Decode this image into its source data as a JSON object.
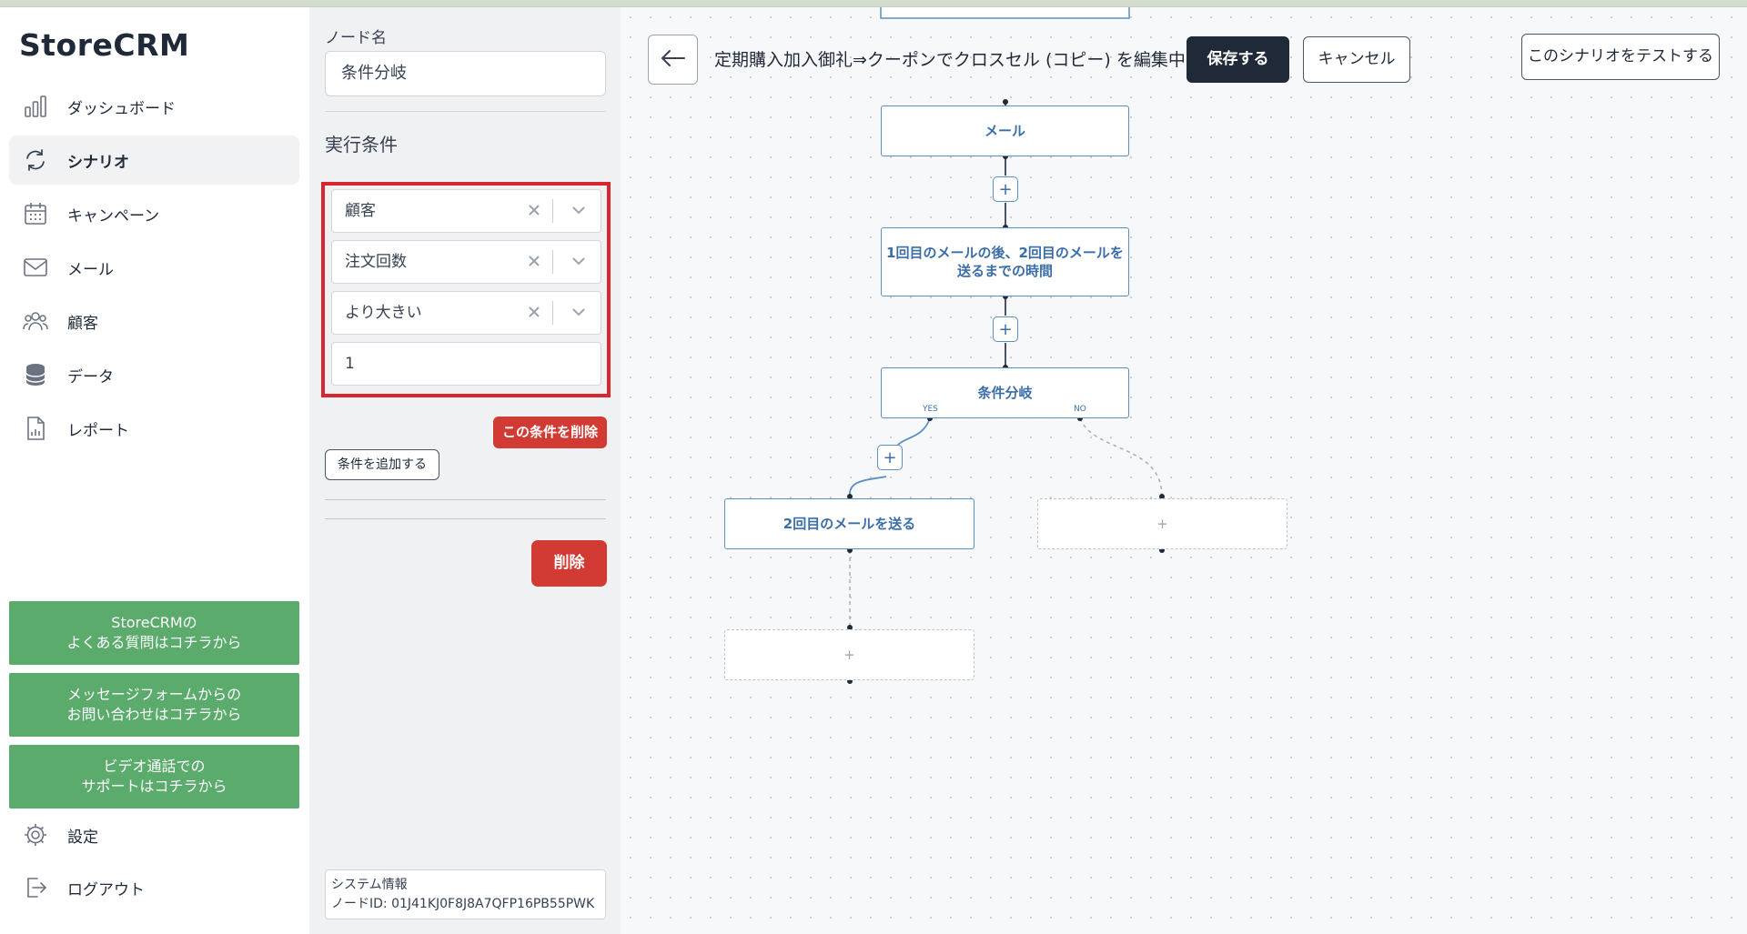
{
  "app": {
    "brand": "StoreCRM"
  },
  "sidebar": {
    "items": [
      {
        "label": "ダッシュボード",
        "icon": "bar-chart-icon"
      },
      {
        "label": "シナリオ",
        "icon": "cycle-icon",
        "active": true
      },
      {
        "label": "キャンペーン",
        "icon": "calendar-icon"
      },
      {
        "label": "メール",
        "icon": "mail-icon"
      },
      {
        "label": "顧客",
        "icon": "users-icon"
      },
      {
        "label": "データ",
        "icon": "database-icon"
      },
      {
        "label": "レポート",
        "icon": "report-icon"
      }
    ],
    "help": {
      "faq": [
        "StoreCRMの",
        "よくある質問はコチラから"
      ],
      "form": [
        "メッセージフォームからの",
        "お問い合わせはコチラから"
      ],
      "video": [
        "ビデオ通話での",
        "サポートはコチラから"
      ]
    },
    "settings_label": "設定",
    "logout_label": "ログアウト"
  },
  "panel": {
    "node_name_label": "ノード名",
    "node_name_value": "条件分岐",
    "exec_title": "実行条件",
    "conditions": {
      "field1": "顧客",
      "field2": "注文回数",
      "operator": "より大きい",
      "value": "1"
    },
    "delete_condition_label": "この条件を削除",
    "add_condition_label": "条件を追加する",
    "delete_label": "削除",
    "sysinfo_title": "システム情報",
    "sysinfo_node_id": "ノードID: 01J41KJ0F8J8A7QFP16PB55PWK"
  },
  "canvas": {
    "title": "定期購入加入御礼⇒クーポンでクロスセル (コピー) を編集中",
    "save_label": "保存する",
    "cancel_label": "キャンセル",
    "test_label": "このシナリオをテストする",
    "nodes": {
      "mail": "メール",
      "wait": [
        "1回目のメールの後、2回目のメールを",
        "送るまでの時間"
      ],
      "branch": "条件分岐",
      "send2": "2回目のメールを送る",
      "yes": "YES",
      "no": "NO",
      "plus": "+"
    }
  },
  "colors": {
    "accent_green": "#5bab6d",
    "danger_red": "#d23b33",
    "highlight_red": "#d7262d",
    "node_blue": "#5b8ec3",
    "dark": "#1f2937"
  }
}
